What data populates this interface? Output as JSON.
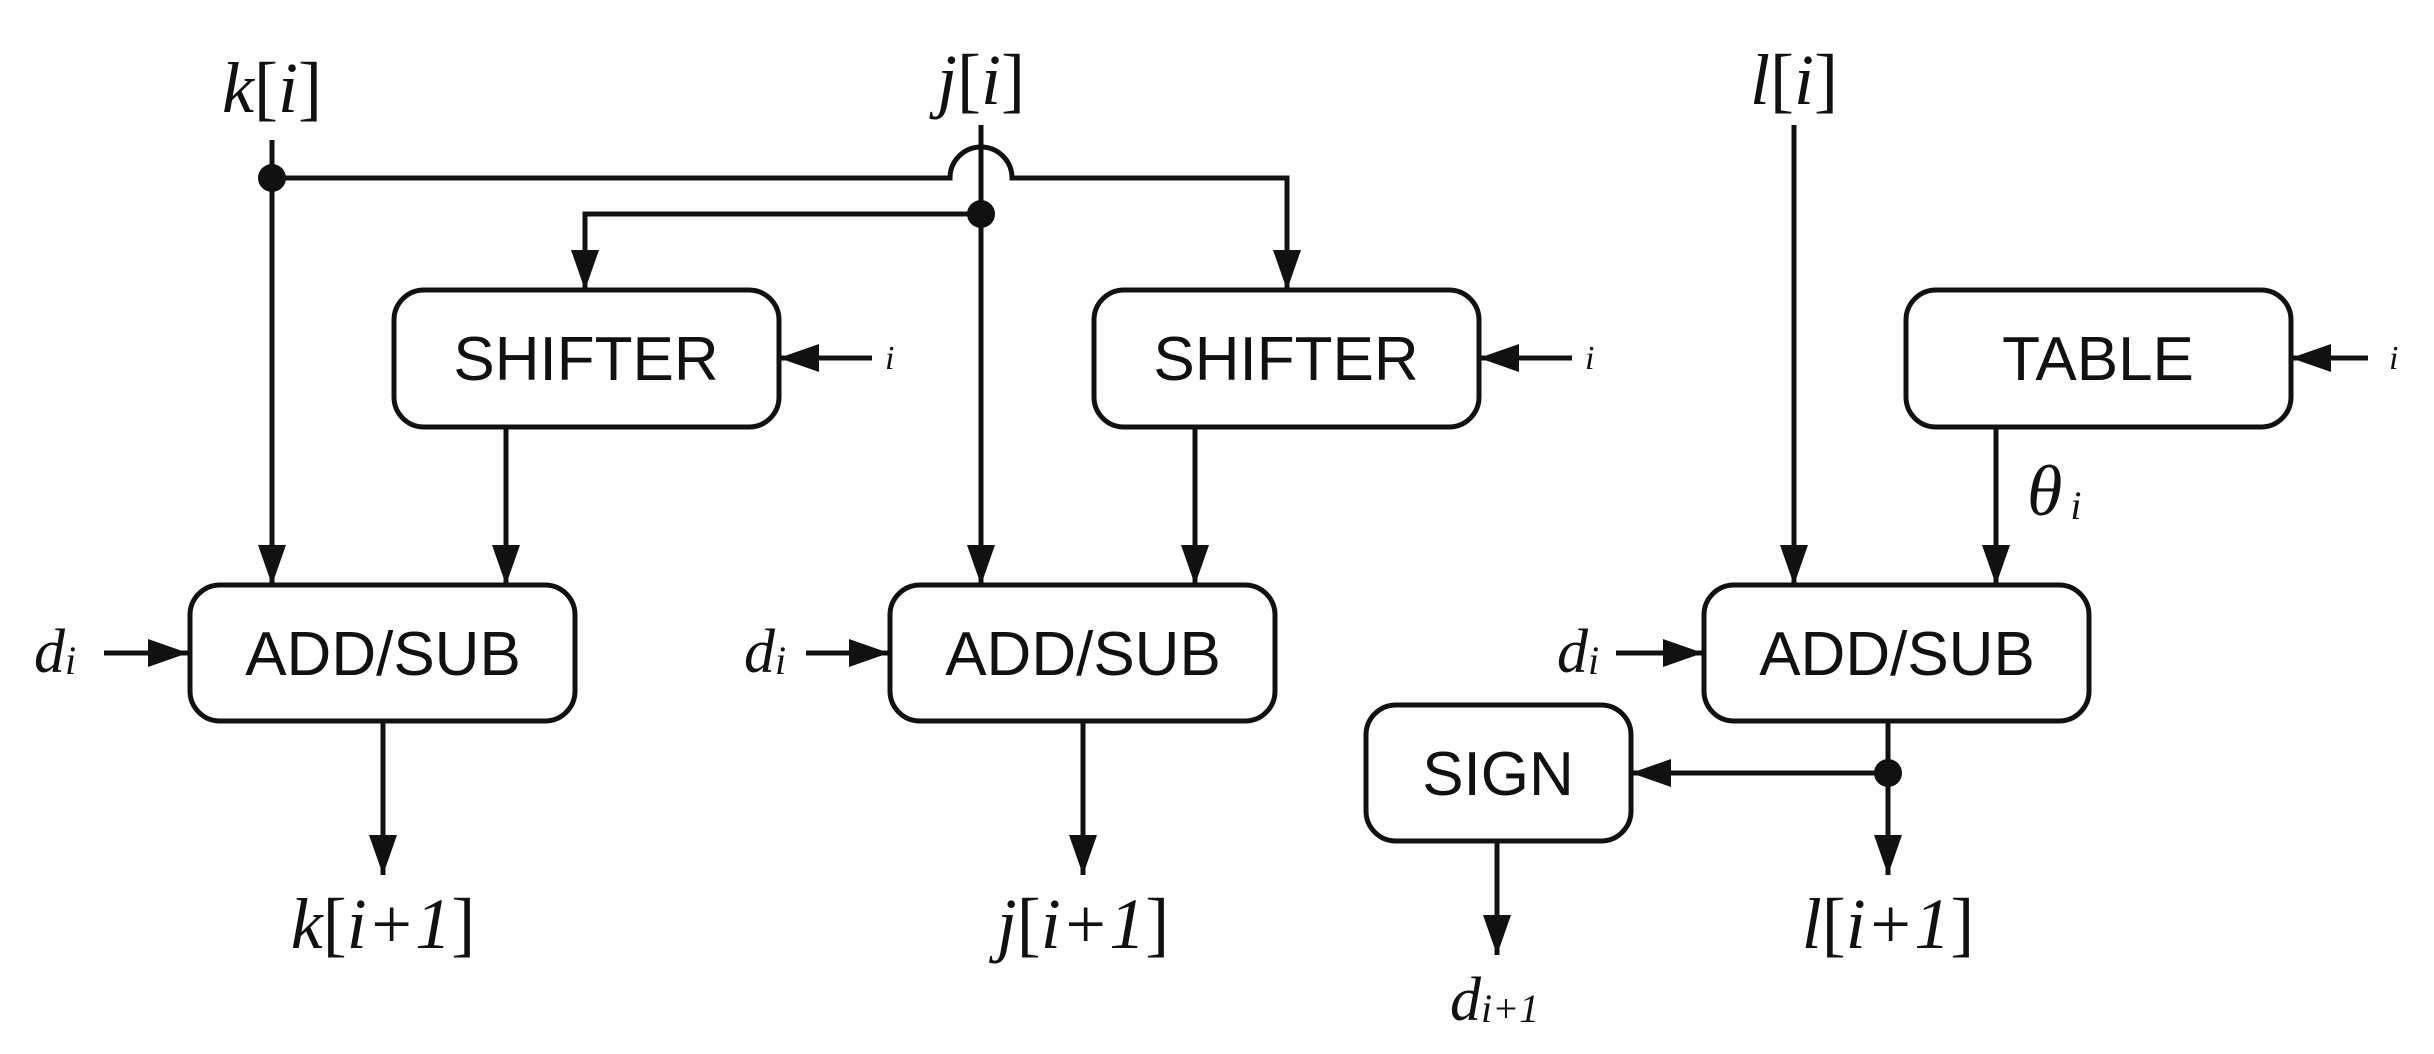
{
  "blocks": {
    "shifter_left": "SHIFTER",
    "shifter_right": "SHIFTER",
    "table": "TABLE",
    "addsub_k": "ADD/SUB",
    "addsub_j": "ADD/SUB",
    "addsub_l": "ADD/SUB",
    "sign": "SIGN"
  },
  "inputs": {
    "k": {
      "name": "k",
      "open": "[",
      "index": "i",
      "close": "]"
    },
    "j": {
      "name": "j",
      "open": "[",
      "index": "i",
      "close": "]"
    },
    "l": {
      "name": "l",
      "open": "[",
      "index": "i",
      "close": "]"
    },
    "d_k": {
      "name": "d",
      "sub": "i"
    },
    "d_j": {
      "name": "d",
      "sub": "i"
    },
    "d_l": {
      "name": "d",
      "sub": "i"
    },
    "i_shifter_left": "i",
    "i_shifter_right": "i",
    "i_table": "i"
  },
  "signals": {
    "theta": {
      "name": "θ",
      "sub": "i"
    }
  },
  "outputs": {
    "k_next": {
      "name": "k",
      "open": "[",
      "index": "i+1",
      "close": "]"
    },
    "j_next": {
      "name": "j",
      "open": "[",
      "index": "i+1",
      "close": "]"
    },
    "l_next": {
      "name": "l",
      "open": "[",
      "index": "i+1",
      "close": "]"
    },
    "d_next": {
      "name": "d",
      "sub": "i+1"
    }
  },
  "colors": {
    "ink": "#111111",
    "background": "#ffffff"
  }
}
